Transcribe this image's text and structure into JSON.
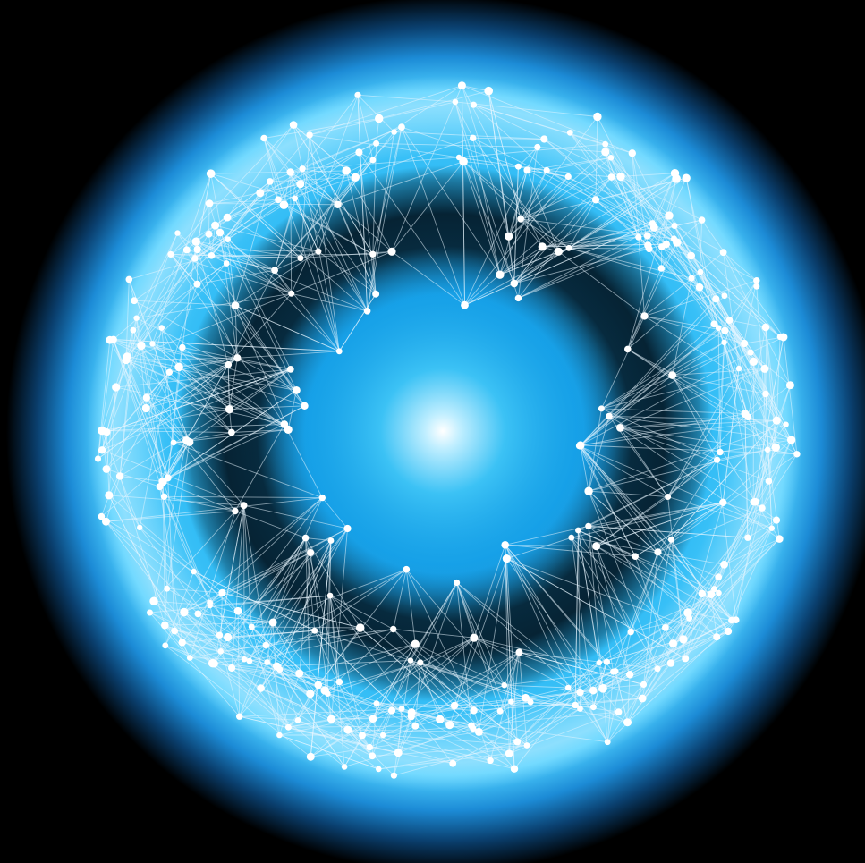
{
  "image": {
    "subject": "network-ring",
    "colors": {
      "background": "#000000",
      "glow_outer": "#0a5fa8",
      "glow_ring": "#4fd0ff",
      "ring_shadow": "#02131f",
      "core_center": "#ffffff",
      "core_mid": "#2ab6f2",
      "node": "#ffffff",
      "link": "#e8f6ff"
    },
    "icons": [
      "node-dot",
      "connection-line"
    ]
  }
}
